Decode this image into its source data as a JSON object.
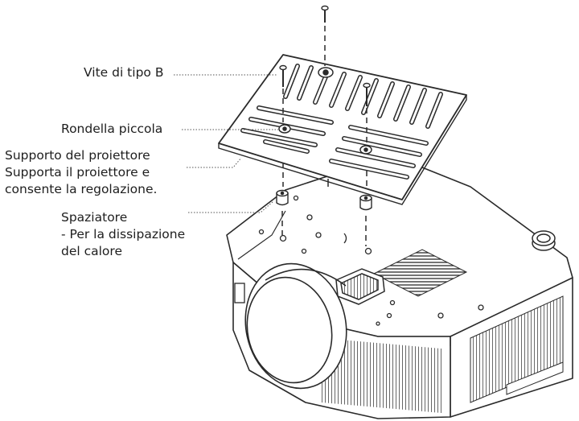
{
  "labels": {
    "screw": "Vite di tipo B",
    "washer": "Rondella piccola",
    "support": {
      "line1": "Supporto del proiettore",
      "line2": "Supporta il proiettore e",
      "line3": "consente la regolazione."
    },
    "spacer": {
      "line1": "Spaziatore",
      "line2": "- Per la dissipazione",
      "line3": "del calore"
    }
  },
  "colors": {
    "line": "#2a2a2a",
    "leader": "#555555",
    "fill": "#ffffff"
  }
}
